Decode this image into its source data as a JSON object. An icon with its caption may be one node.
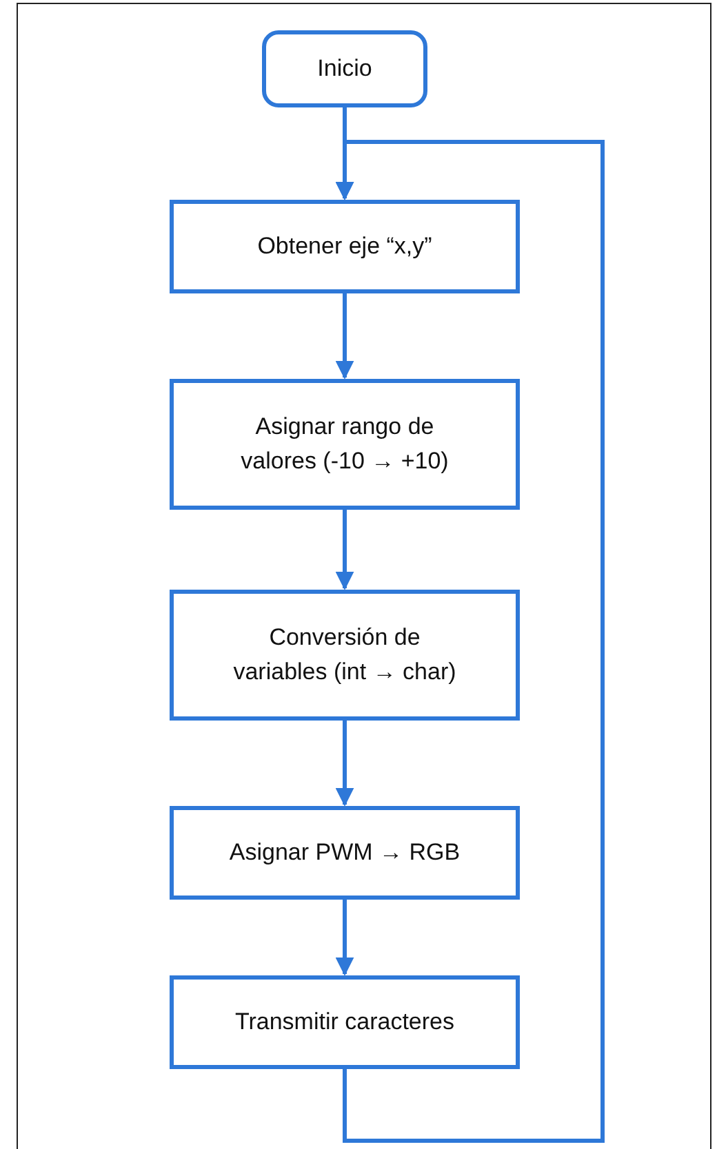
{
  "diagram": {
    "nodes": [
      {
        "text": [
          "Inicio"
        ]
      },
      {
        "text": [
          "Obtener eje “x,y”"
        ]
      },
      {
        "text": [
          "Asignar rango de valores (-10 → +10)"
        ]
      },
      {
        "text": [
          "Conversión de variables (int → char)"
        ]
      },
      {
        "text": [
          "Asignar PWM → RGB"
        ]
      },
      {
        "text": [
          "Transmitir caracteres"
        ]
      }
    ],
    "edges": [
      {
        "from": 0,
        "to": 1,
        "arrow": "to"
      },
      {
        "from": 1,
        "to": 2,
        "arrow": "to"
      },
      {
        "from": 2,
        "to": 3,
        "arrow": "to"
      },
      {
        "from": 3,
        "to": 4,
        "arrow": "to"
      },
      {
        "from": 4,
        "to": 5,
        "arrow": "to"
      },
      {
        "from": 5,
        "to": 1,
        "arrow": "to"
      }
    ]
  }
}
